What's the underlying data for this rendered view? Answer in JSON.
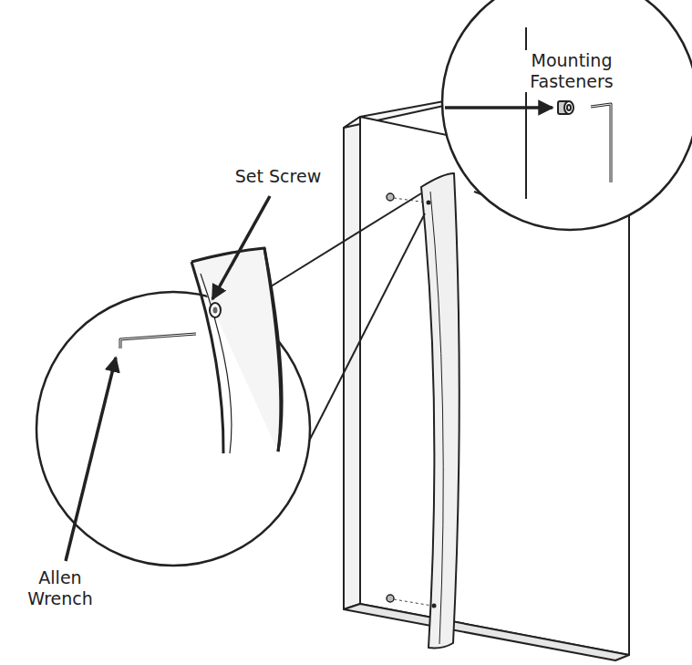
{
  "diagram": {
    "labels": [
      "Mounting Fasteners",
      "Set Screw",
      "Allen Wrench"
    ]
  }
}
